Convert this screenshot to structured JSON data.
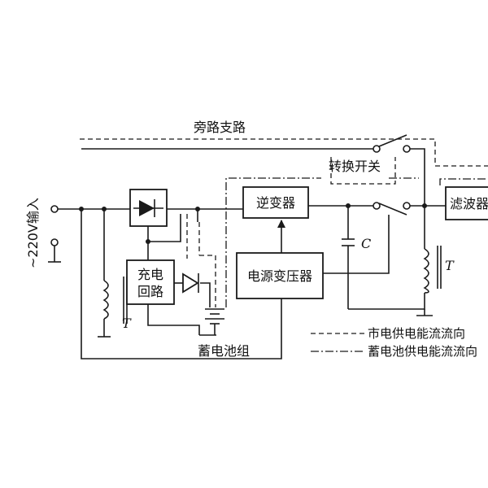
{
  "labels": {
    "bypass_branch": "旁路支路",
    "transfer_switch": "转换开关",
    "input": "~220V输入",
    "inverter": "逆变器",
    "filter": "滤波器",
    "charging_circuit_line1": "充电",
    "charging_circuit_line2": "回路",
    "power_transformer": "电源变压器",
    "capacitor": "C",
    "transformer_right": "T",
    "transformer_left": "T",
    "battery_pack": "蓄电池组"
  },
  "legend": {
    "mains_flow": "市电供电能流流向",
    "battery_flow": "蓄电池供电能流流向"
  }
}
